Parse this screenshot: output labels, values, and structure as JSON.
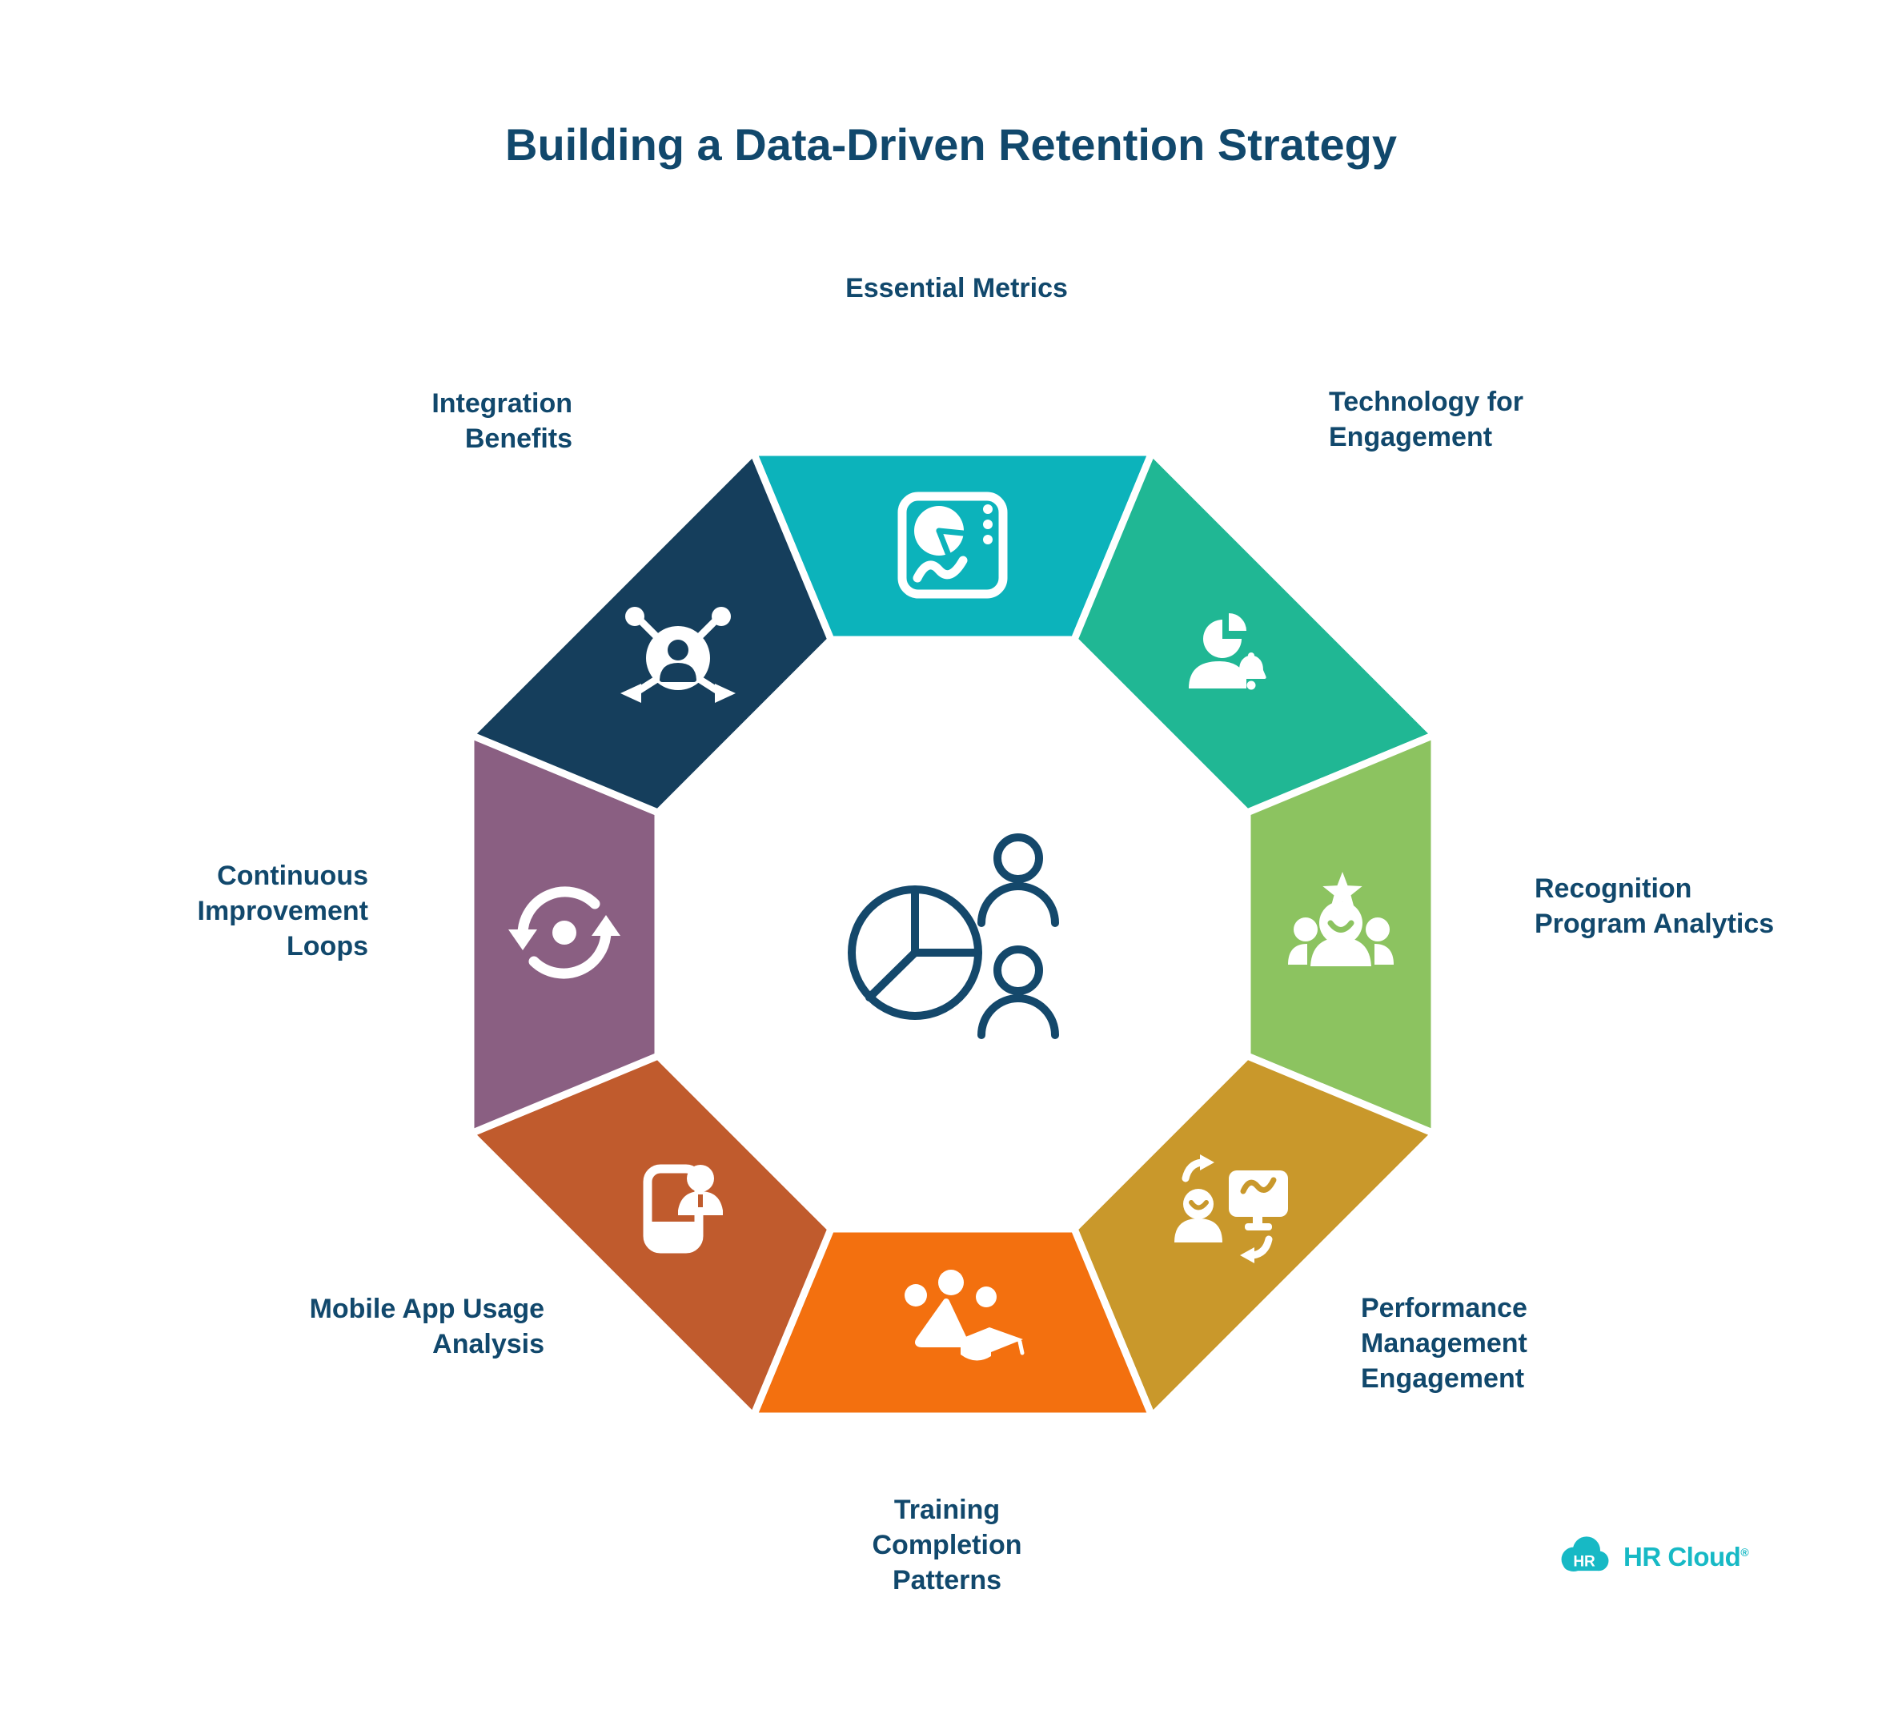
{
  "title": "Building a Data-Driven Retention Strategy",
  "text_color": "#11486c",
  "center_icon": "pie-chart-and-people",
  "segments": [
    {
      "id": "essential-metrics",
      "label": "Essential Metrics",
      "color": "#0cb3bb",
      "icon": "dashboard-icon"
    },
    {
      "id": "technology-for-engagement",
      "label": "Technology for\nEngagement",
      "color": "#20b794",
      "icon": "user-pie-bell-icon"
    },
    {
      "id": "recognition-program-analytics",
      "label": "Recognition\nProgram Analytics",
      "color": "#8cc360",
      "icon": "team-star-icon"
    },
    {
      "id": "performance-management-engagement",
      "label": "Performance\nManagement\nEngagement",
      "color": "#c9982b",
      "icon": "person-monitor-sync-icon"
    },
    {
      "id": "training-completion-patterns",
      "label": "Training\nCompletion\nPatterns",
      "color": "#f3700f",
      "icon": "team-graduation-icon"
    },
    {
      "id": "mobile-app-usage-analysis",
      "label": "Mobile App Usage\nAnalysis",
      "color": "#c05b2d",
      "icon": "mobile-person-icon"
    },
    {
      "id": "continuous-improvement-loops",
      "label": "Continuous\nImprovement\nLoops",
      "color": "#8a5f82",
      "icon": "sync-loop-icon"
    },
    {
      "id": "integration-benefits",
      "label": "Integration\nBenefits",
      "color": "#153e5c",
      "icon": "integration-person-icon"
    }
  ],
  "logo": {
    "badge_text": "HR",
    "brand": "HR Cloud",
    "registered_mark": "®",
    "color": "#17b9c5"
  }
}
